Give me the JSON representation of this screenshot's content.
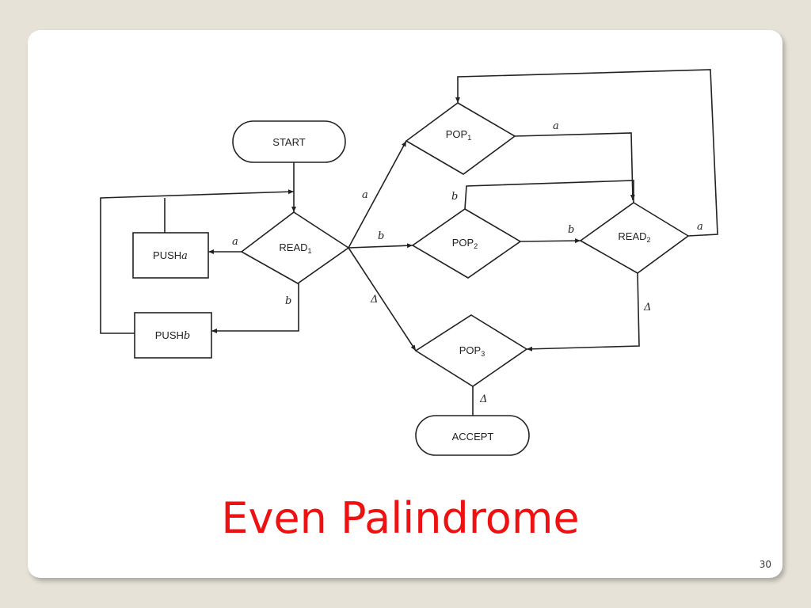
{
  "slide": {
    "title": "Even Palindrome",
    "page_number": "30"
  },
  "diagram": {
    "nodes": {
      "start": "START",
      "read1": {
        "base": "READ",
        "sub": "1"
      },
      "push_a": {
        "base": "PUSH",
        "var": "a"
      },
      "push_b": {
        "base": "PUSH",
        "var": "b"
      },
      "pop1": {
        "base": "POP",
        "sub": "1"
      },
      "pop2": {
        "base": "POP",
        "sub": "2"
      },
      "pop3": {
        "base": "POP",
        "sub": "3"
      },
      "read2": {
        "base": "READ",
        "sub": "2"
      },
      "accept": "ACCEPT"
    },
    "edge_labels": {
      "read1_push_a": "a",
      "read1_push_b": "b",
      "read1_pop1": "a",
      "read1_pop2": "b",
      "read1_pop3": "Δ",
      "pop1_read2": "a",
      "pop2_read2": "b",
      "read2_pop1": "a",
      "read2_pop2": "b",
      "read2_pop3": "Δ",
      "pop3_accept": "Δ"
    }
  }
}
